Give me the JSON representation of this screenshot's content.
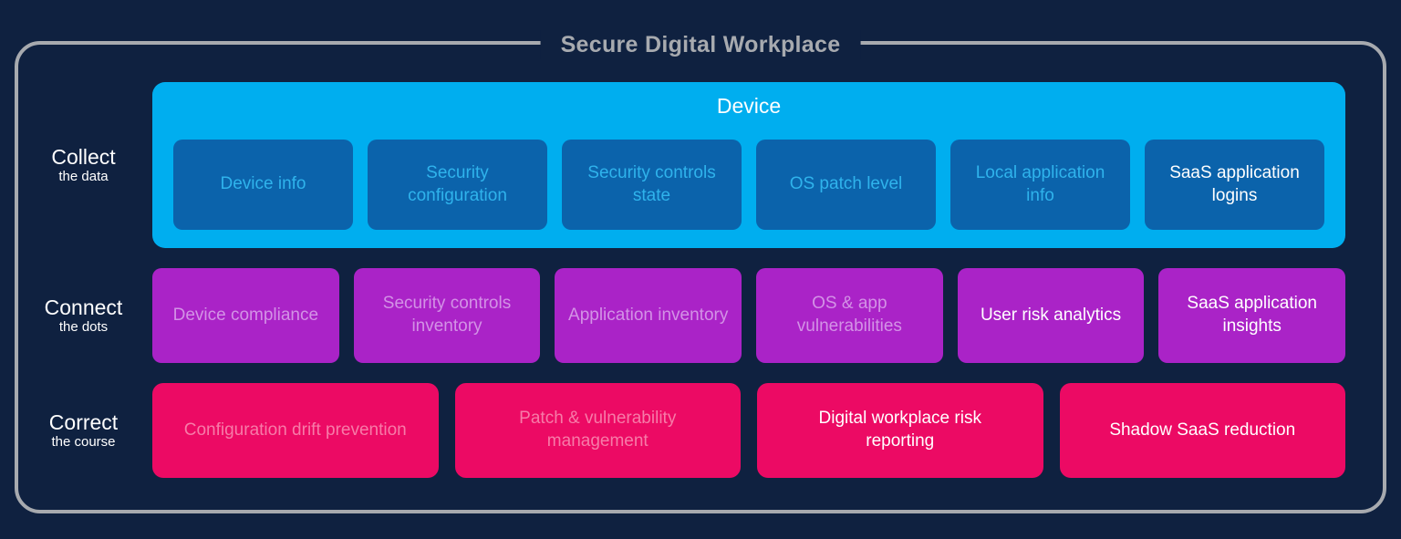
{
  "title": "Secure Digital Workplace",
  "colors": {
    "background": "#0F2140",
    "frame_border": "#A7AAAF",
    "title_text": "#A7AAAF",
    "device_container": "#00AEEF",
    "device_box": "#0B63AB",
    "device_box_text": "#2FB3EC",
    "connect_box": "#AA23C7",
    "connect_box_text": "#D392E6",
    "correct_box": "#EC0A64",
    "correct_box_text": "#F77BA8",
    "highlight_text": "#FFFFFF"
  },
  "rows": [
    {
      "label": "Collect",
      "sublabel": "the data",
      "group": {
        "title": "Device",
        "items": [
          {
            "label": "Device info",
            "highlight": false
          },
          {
            "label": "Security configuration",
            "highlight": false
          },
          {
            "label": "Security controls state",
            "highlight": false
          },
          {
            "label": "OS patch level",
            "highlight": false
          },
          {
            "label": "Local application info",
            "highlight": false
          },
          {
            "label": "SaaS application logins",
            "highlight": true
          }
        ]
      }
    },
    {
      "label": "Connect",
      "sublabel": "the dots",
      "items": [
        {
          "label": "Device compliance",
          "highlight": false
        },
        {
          "label": "Security controls inventory",
          "highlight": false
        },
        {
          "label": "Application inventory",
          "highlight": false
        },
        {
          "label": "OS & app vulnerabilities",
          "highlight": false
        },
        {
          "label": "User risk analytics",
          "highlight": true
        },
        {
          "label": "SaaS application insights",
          "highlight": true
        }
      ]
    },
    {
      "label": "Correct",
      "sublabel": "the course",
      "items": [
        {
          "label": "Configuration drift prevention",
          "highlight": false
        },
        {
          "label": "Patch & vulnerability management",
          "highlight": false
        },
        {
          "label": "Digital workplace risk reporting",
          "highlight": true
        },
        {
          "label": "Shadow SaaS reduction",
          "highlight": true
        }
      ]
    }
  ]
}
